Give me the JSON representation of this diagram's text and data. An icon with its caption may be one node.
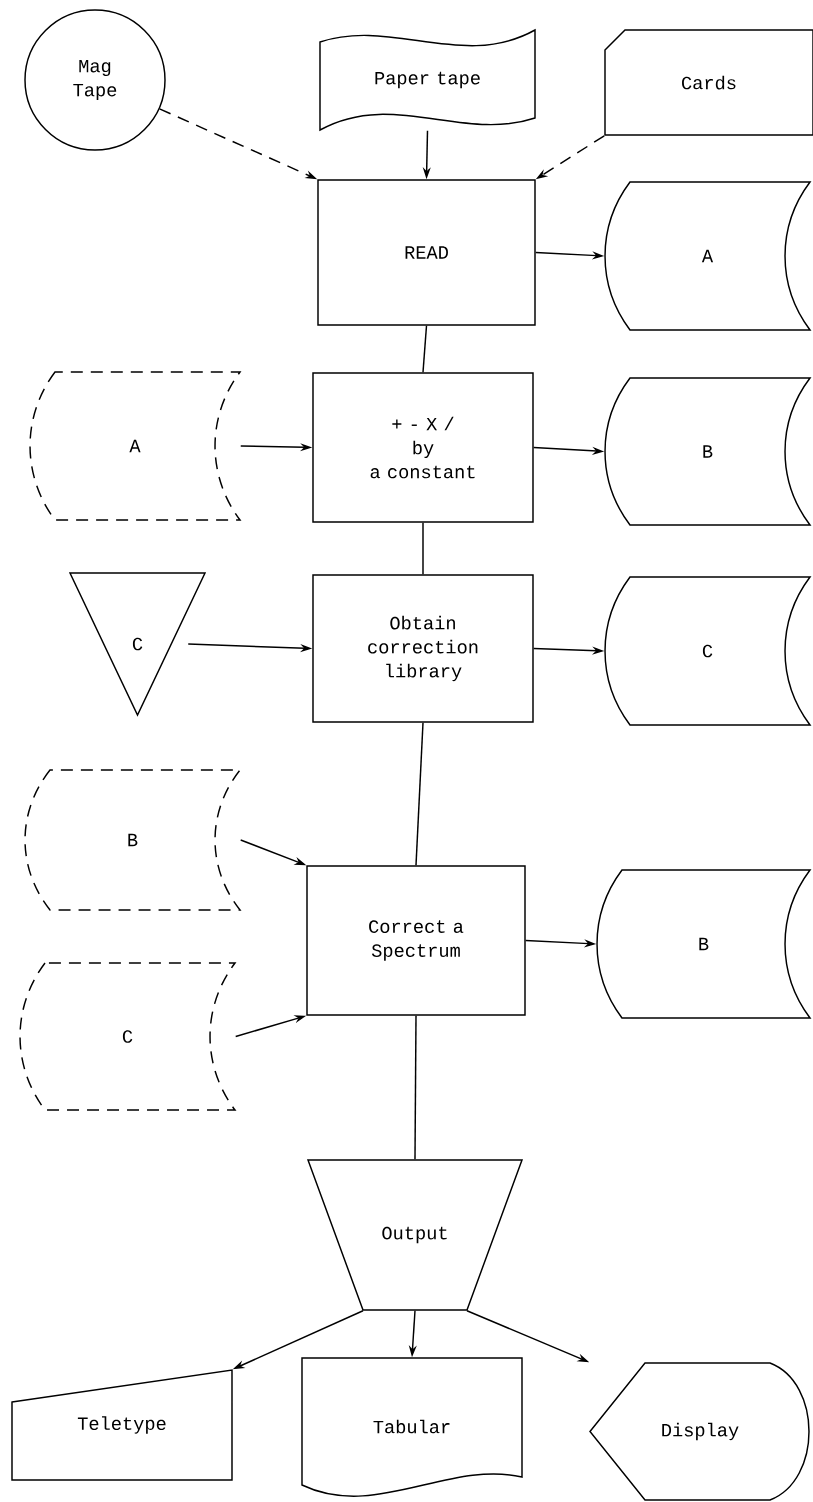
{
  "diagram": {
    "nodes": [
      {
        "text": [
          "Mag Tape"
        ]
      },
      {
        "text": [
          "Paper tape"
        ]
      },
      {
        "text": [
          "Cards"
        ]
      },
      {
        "text": [
          "READ"
        ]
      },
      {
        "text": [
          "A"
        ]
      },
      {
        "text": [
          "A"
        ]
      },
      {
        "text": [
          "+ - X /",
          "by",
          "a constant"
        ]
      },
      {
        "text": [
          "B"
        ]
      },
      {
        "text": [
          "C"
        ]
      },
      {
        "text": [
          "Obtain correction library"
        ]
      },
      {
        "text": [
          "C"
        ]
      },
      {
        "text": [
          "B"
        ]
      },
      {
        "text": [
          "Correct a Spectrum"
        ]
      },
      {
        "text": [
          "B"
        ]
      },
      {
        "text": [
          "C"
        ]
      },
      {
        "text": [
          "Output"
        ]
      },
      {
        "text": [
          "Teletype"
        ]
      },
      {
        "text": [
          "Tabular"
        ]
      },
      {
        "text": [
          "Display"
        ]
      }
    ],
    "edges": [
      {
        "from": 0,
        "to": 3,
        "arrow": "to",
        "style": "dashed"
      },
      {
        "from": 1,
        "to": 3,
        "arrow": "to"
      },
      {
        "from": 2,
        "to": 3,
        "arrow": "to",
        "style": "dashed"
      },
      {
        "from": 3,
        "to": 4,
        "arrow": "to"
      },
      {
        "from": 3,
        "to": 6,
        "arrow": "none"
      },
      {
        "from": 5,
        "to": 6,
        "arrow": "to"
      },
      {
        "from": 6,
        "to": 7,
        "arrow": "to"
      },
      {
        "from": 6,
        "to": 9,
        "arrow": "none"
      },
      {
        "from": 8,
        "to": 9,
        "arrow": "to"
      },
      {
        "from": 9,
        "to": 10,
        "arrow": "to"
      },
      {
        "from": 9,
        "to": 12,
        "arrow": "none"
      },
      {
        "from": 11,
        "to": 12,
        "arrow": "to"
      },
      {
        "from": 14,
        "to": 12,
        "arrow": "to"
      },
      {
        "from": 12,
        "to": 13,
        "arrow": "to"
      },
      {
        "from": 12,
        "to": 15,
        "arrow": "none"
      },
      {
        "from": 15,
        "to": 16,
        "arrow": "to"
      },
      {
        "from": 15,
        "to": 17,
        "arrow": "to"
      },
      {
        "from": 15,
        "to": 18,
        "arrow": "to"
      }
    ]
  }
}
